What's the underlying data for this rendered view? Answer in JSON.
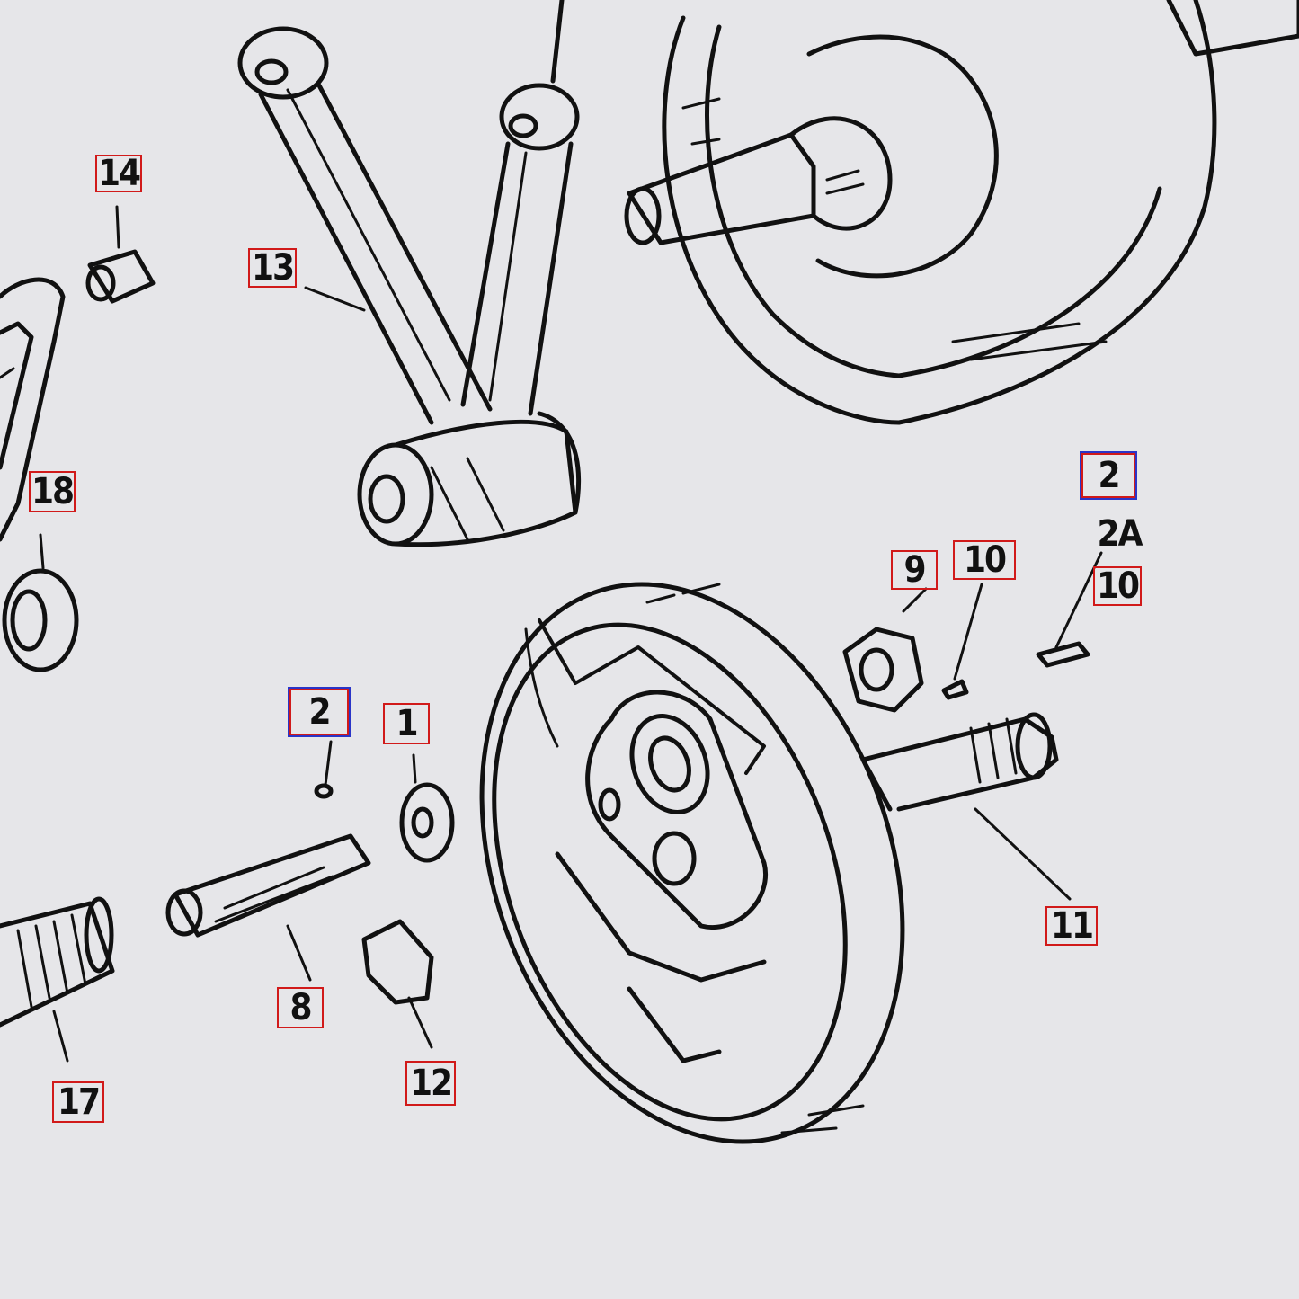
{
  "callouts": [
    {
      "id": "14",
      "text": "14",
      "frame": "red"
    },
    {
      "id": "13",
      "text": "13",
      "frame": "red"
    },
    {
      "id": "18",
      "text": "18",
      "frame": "red"
    },
    {
      "id": "2-right",
      "text": "2",
      "frame": "blue"
    },
    {
      "id": "2a",
      "text": "2A",
      "frame": "none"
    },
    {
      "id": "10-right",
      "text": "10",
      "frame": "red"
    },
    {
      "id": "9",
      "text": "9",
      "frame": "red"
    },
    {
      "id": "10",
      "text": "10",
      "frame": "red"
    },
    {
      "id": "2-left",
      "text": "2",
      "frame": "blue"
    },
    {
      "id": "1",
      "text": "1",
      "frame": "red"
    },
    {
      "id": "11",
      "text": "11",
      "frame": "red"
    },
    {
      "id": "8",
      "text": "8",
      "frame": "red"
    },
    {
      "id": "12",
      "text": "12",
      "frame": "red"
    },
    {
      "id": "17",
      "text": "17",
      "frame": "red"
    }
  ],
  "colors": {
    "background": "#e6e6e9",
    "ink": "#111111",
    "callout_frame_red": "#d11a1a",
    "callout_frame_blue": "#2a35c8"
  }
}
